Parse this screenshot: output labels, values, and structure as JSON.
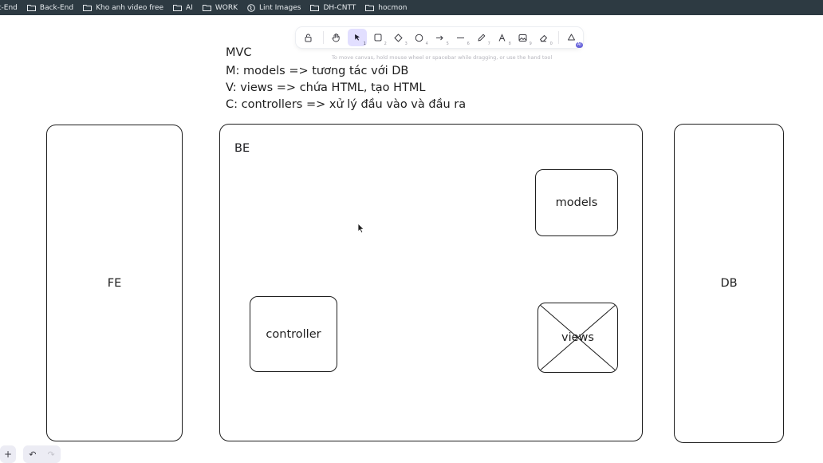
{
  "bookmarks": [
    {
      "label": "t-End",
      "icon": "none"
    },
    {
      "label": "Back-End",
      "icon": "folder-icon"
    },
    {
      "label": "Kho anh video free",
      "icon": "folder-icon"
    },
    {
      "label": "AI",
      "icon": "folder-icon"
    },
    {
      "label": "WORK",
      "icon": "folder-icon"
    },
    {
      "label": "Lint Images",
      "icon": "globe-icon"
    },
    {
      "label": "DH-CNTT",
      "icon": "folder-icon"
    },
    {
      "label": "hocmon",
      "icon": "folder-icon"
    }
  ],
  "toolbar": {
    "tools": [
      {
        "name": "lock",
        "key": ""
      },
      {
        "name": "hand",
        "key": ""
      },
      {
        "name": "selection",
        "key": "1"
      },
      {
        "name": "rectangle",
        "key": "2"
      },
      {
        "name": "diamond",
        "key": "3"
      },
      {
        "name": "ellipse",
        "key": "4"
      },
      {
        "name": "arrow",
        "key": "5"
      },
      {
        "name": "line",
        "key": "6"
      },
      {
        "name": "draw",
        "key": "7"
      },
      {
        "name": "text",
        "key": "8"
      },
      {
        "name": "image",
        "key": "9"
      },
      {
        "name": "eraser",
        "key": "0"
      },
      {
        "name": "more-tools",
        "key": ""
      }
    ],
    "ai_badge": "AI",
    "active_tool": "selection",
    "accent_color": "#e2dfff"
  },
  "hint": "To move canvas, hold mouse wheel or spacebar while dragging, or use the hand tool",
  "notes": [
    "MVC",
    "M: models => tương tác với DB",
    "V: views => chứa HTML, tạo HTML",
    "C: controllers => xử lý đầu vào và đầu ra"
  ],
  "diagram": {
    "fe_label": "FE",
    "be_label": "BE",
    "db_label": "DB",
    "models_label": "models",
    "views_label": "views",
    "controller_label": "controller"
  },
  "bottom": {
    "zoom_in": "+",
    "undo": "↶",
    "redo": "↷"
  }
}
